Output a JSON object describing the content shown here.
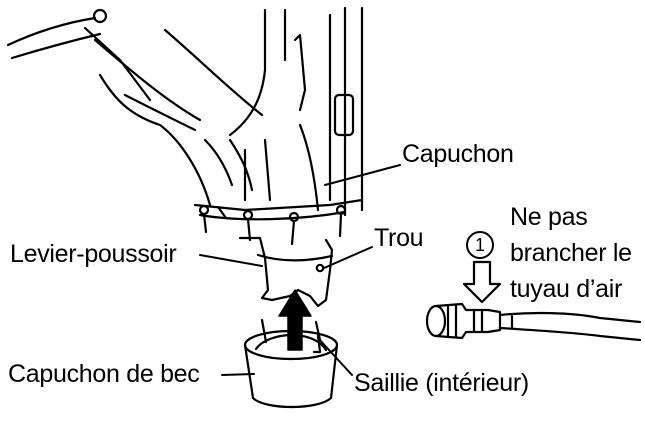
{
  "labels": {
    "capuchon": "Capuchon",
    "trou": "Trou",
    "levier_poussoir": "Levier-poussoir",
    "capuchon_de_bec": "Capuchon de bec",
    "saillie": "Saillie (intérieur)"
  },
  "note": {
    "step_number": "1",
    "line1": "Ne pas",
    "line2": "brancher le",
    "line3": "tuyau d’air"
  },
  "colors": {
    "ink": "#000000",
    "background": "#ffffff"
  }
}
